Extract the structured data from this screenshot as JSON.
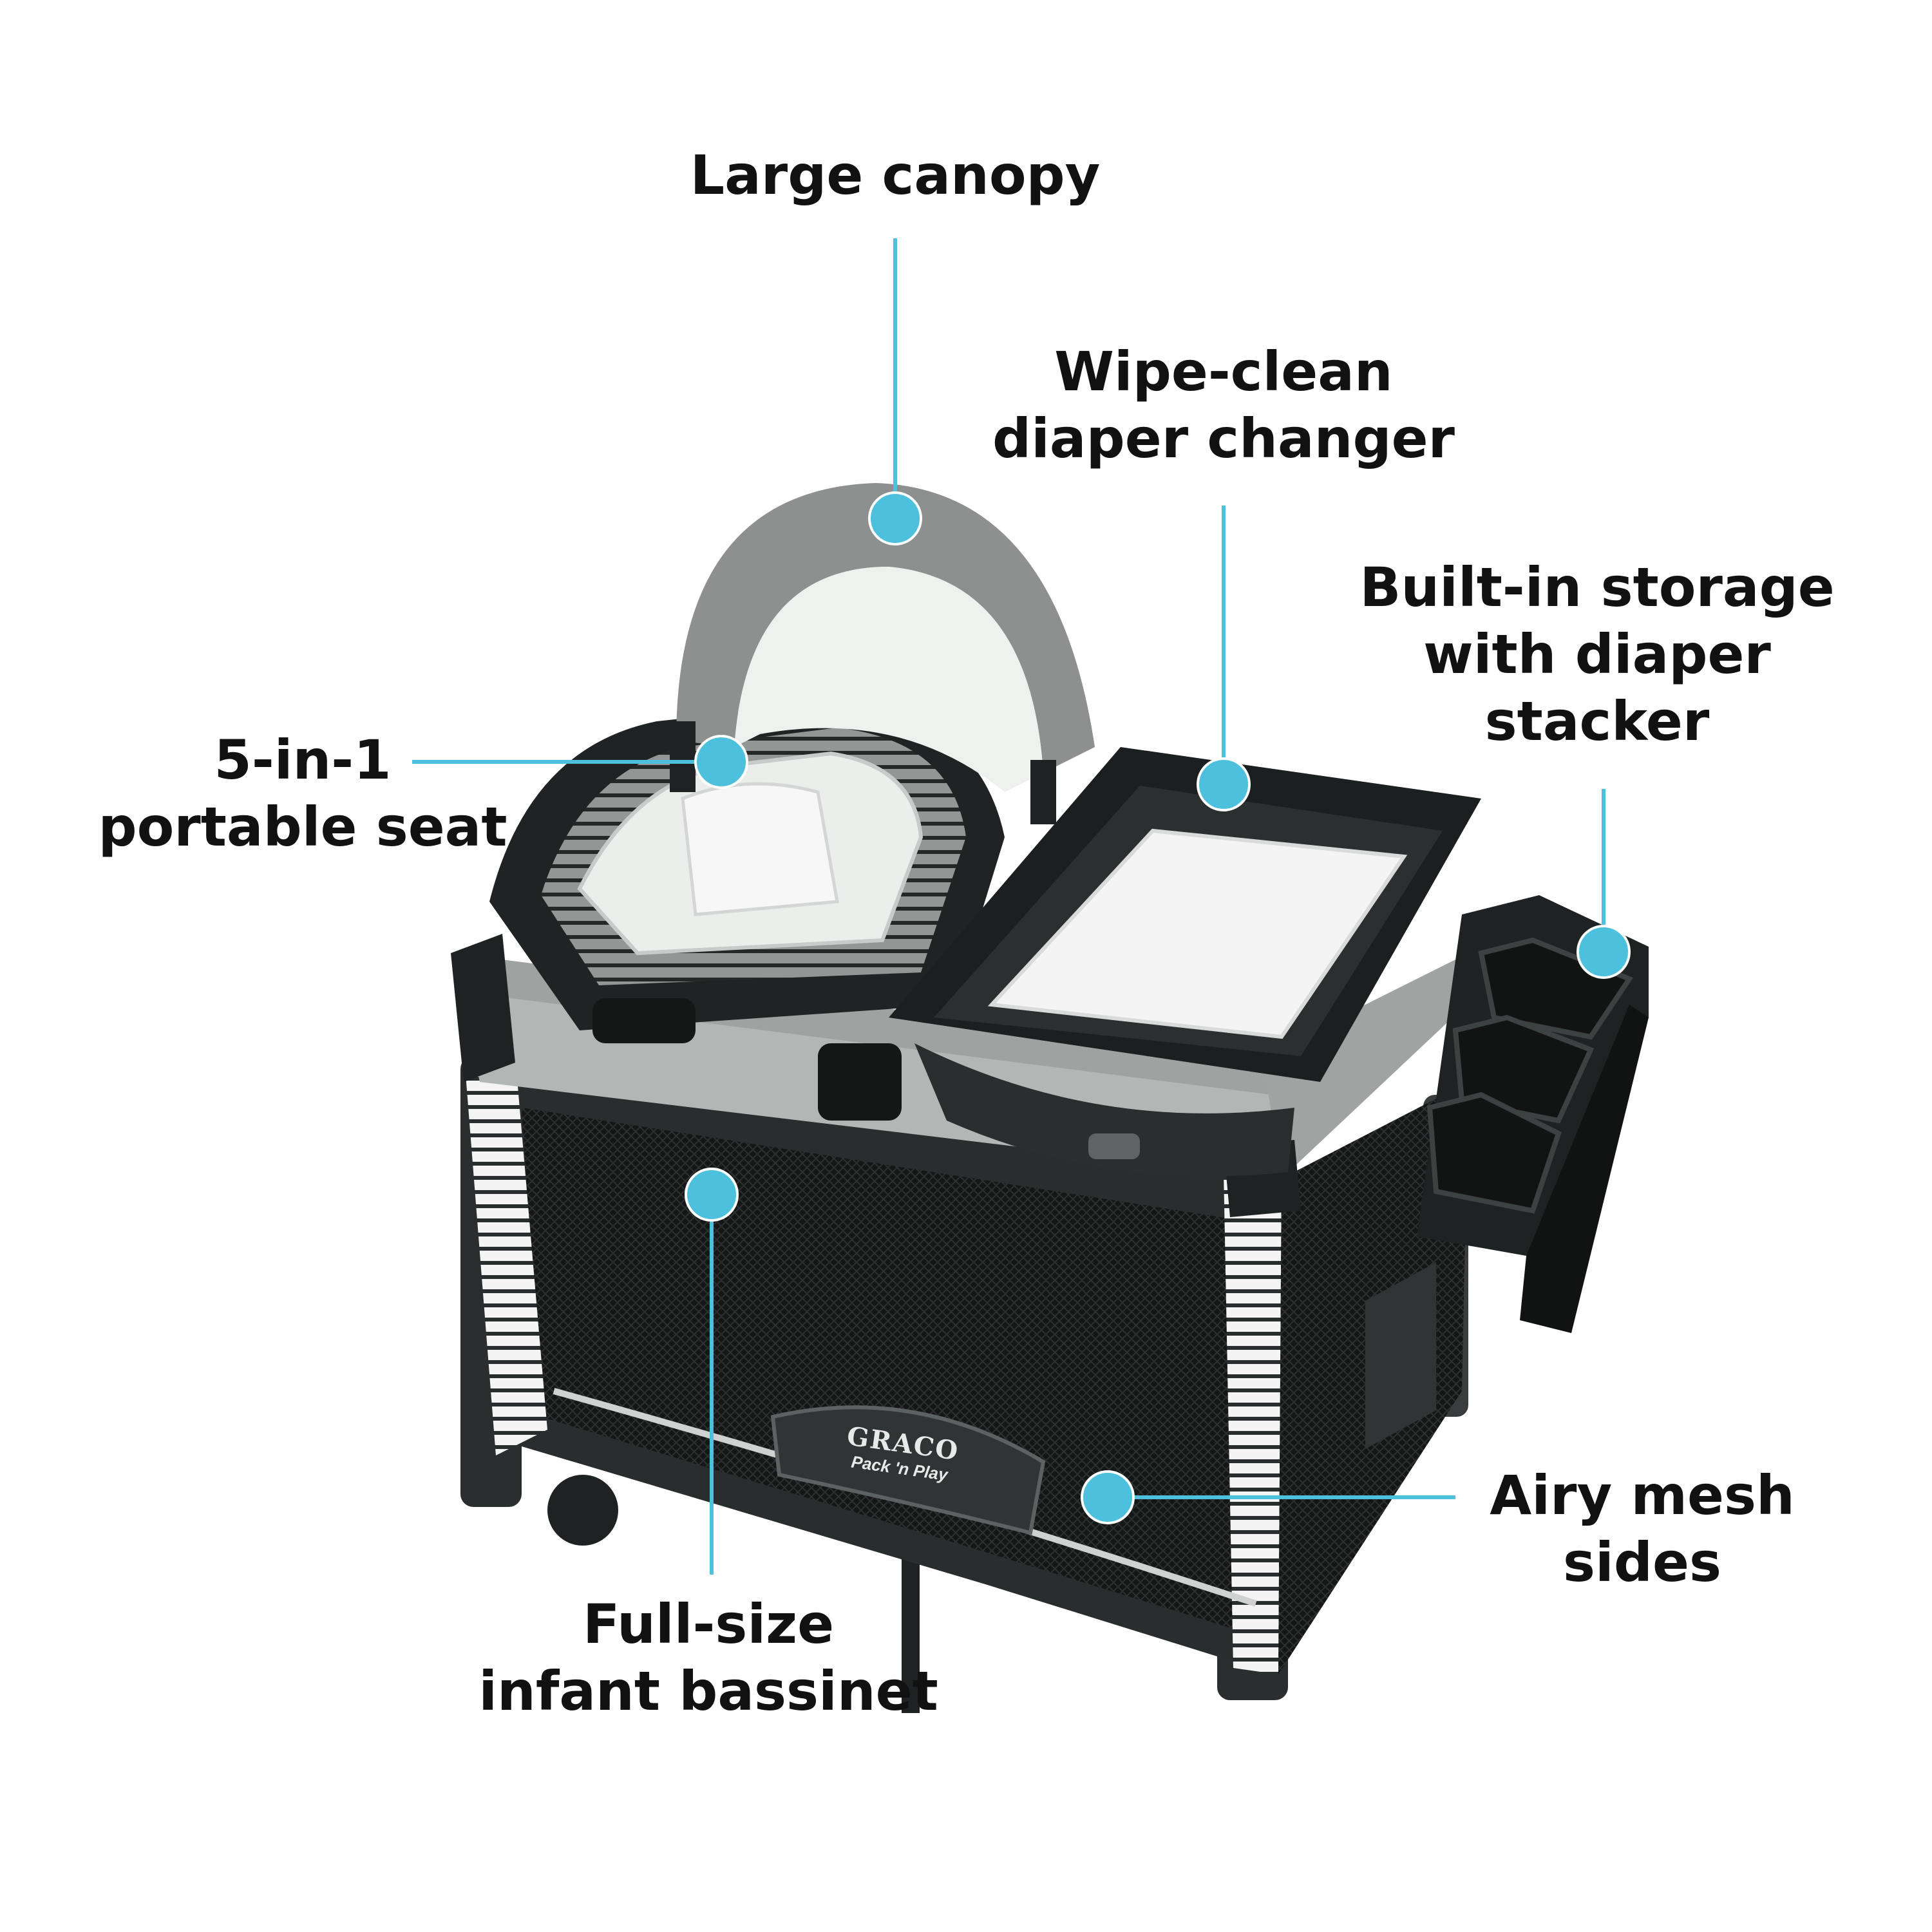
{
  "colors": {
    "accent": "#4cc0dc",
    "frame_dark": "#222626",
    "fabric_light": "#eef0ee",
    "fabric_grey": "#b9bcbb",
    "canopy_trim": "#8d908f",
    "text": "#111111",
    "background": "#ffffff"
  },
  "product": {
    "brand_logo": "GRACO",
    "sub_logo": "Pack 'n Play"
  },
  "callouts": {
    "canopy": {
      "lines": [
        "Large canopy"
      ]
    },
    "changer": {
      "lines": [
        "Wipe-clean",
        "diaper changer"
      ]
    },
    "storage": {
      "lines": [
        "Built-in storage",
        "with diaper",
        "stacker"
      ]
    },
    "seat": {
      "lines": [
        "5-in-1",
        "portable seat"
      ]
    },
    "mesh": {
      "lines": [
        "Airy mesh",
        "sides"
      ]
    },
    "bassinet": {
      "lines": [
        "Full-size",
        "infant bassinet"
      ]
    }
  }
}
